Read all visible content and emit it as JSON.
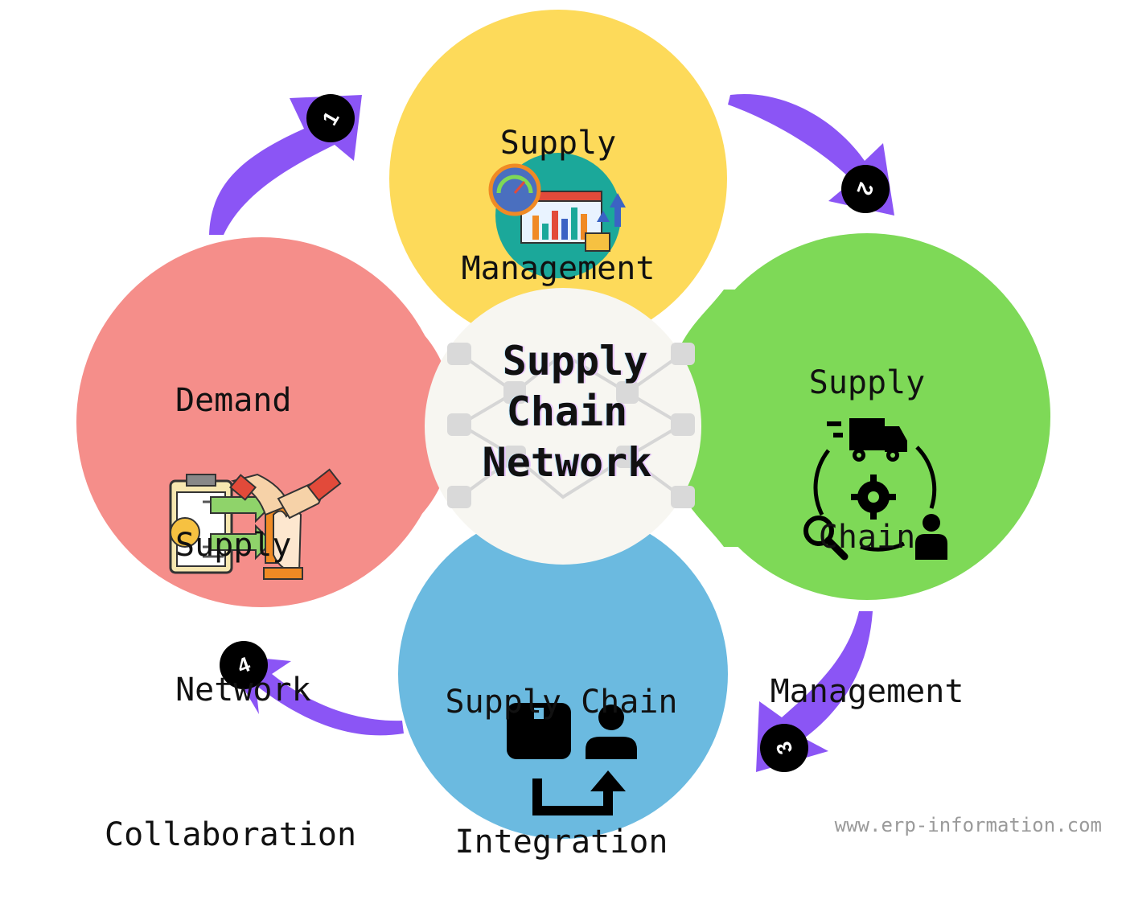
{
  "center": {
    "lines": [
      "Supply",
      "Chain",
      "Network"
    ]
  },
  "stages": [
    {
      "number": "1",
      "lines": [
        "Supply",
        "Management"
      ],
      "color": "#FDDA5A",
      "icon": "dashboard-chart-icon"
    },
    {
      "number": "2",
      "lines": [
        "Supply",
        "Chain",
        "Management"
      ],
      "color": "#7ED957",
      "icon": "delivery-cycle-icon"
    },
    {
      "number": "3",
      "lines": [
        "Supply Chain",
        "Integration"
      ],
      "color": "#6BBAE0",
      "icon": "box-user-exchange-icon"
    },
    {
      "number": "4",
      "lines": [
        "Demand",
        "Supply",
        " Network",
        "Collaboration"
      ],
      "color": "#F58E8A",
      "icon": "handshake-collaboration-icon"
    }
  ],
  "arrow_color": "#8B55F5",
  "center_color": "#F7F6F1",
  "watermark": "www.erp-information.com"
}
